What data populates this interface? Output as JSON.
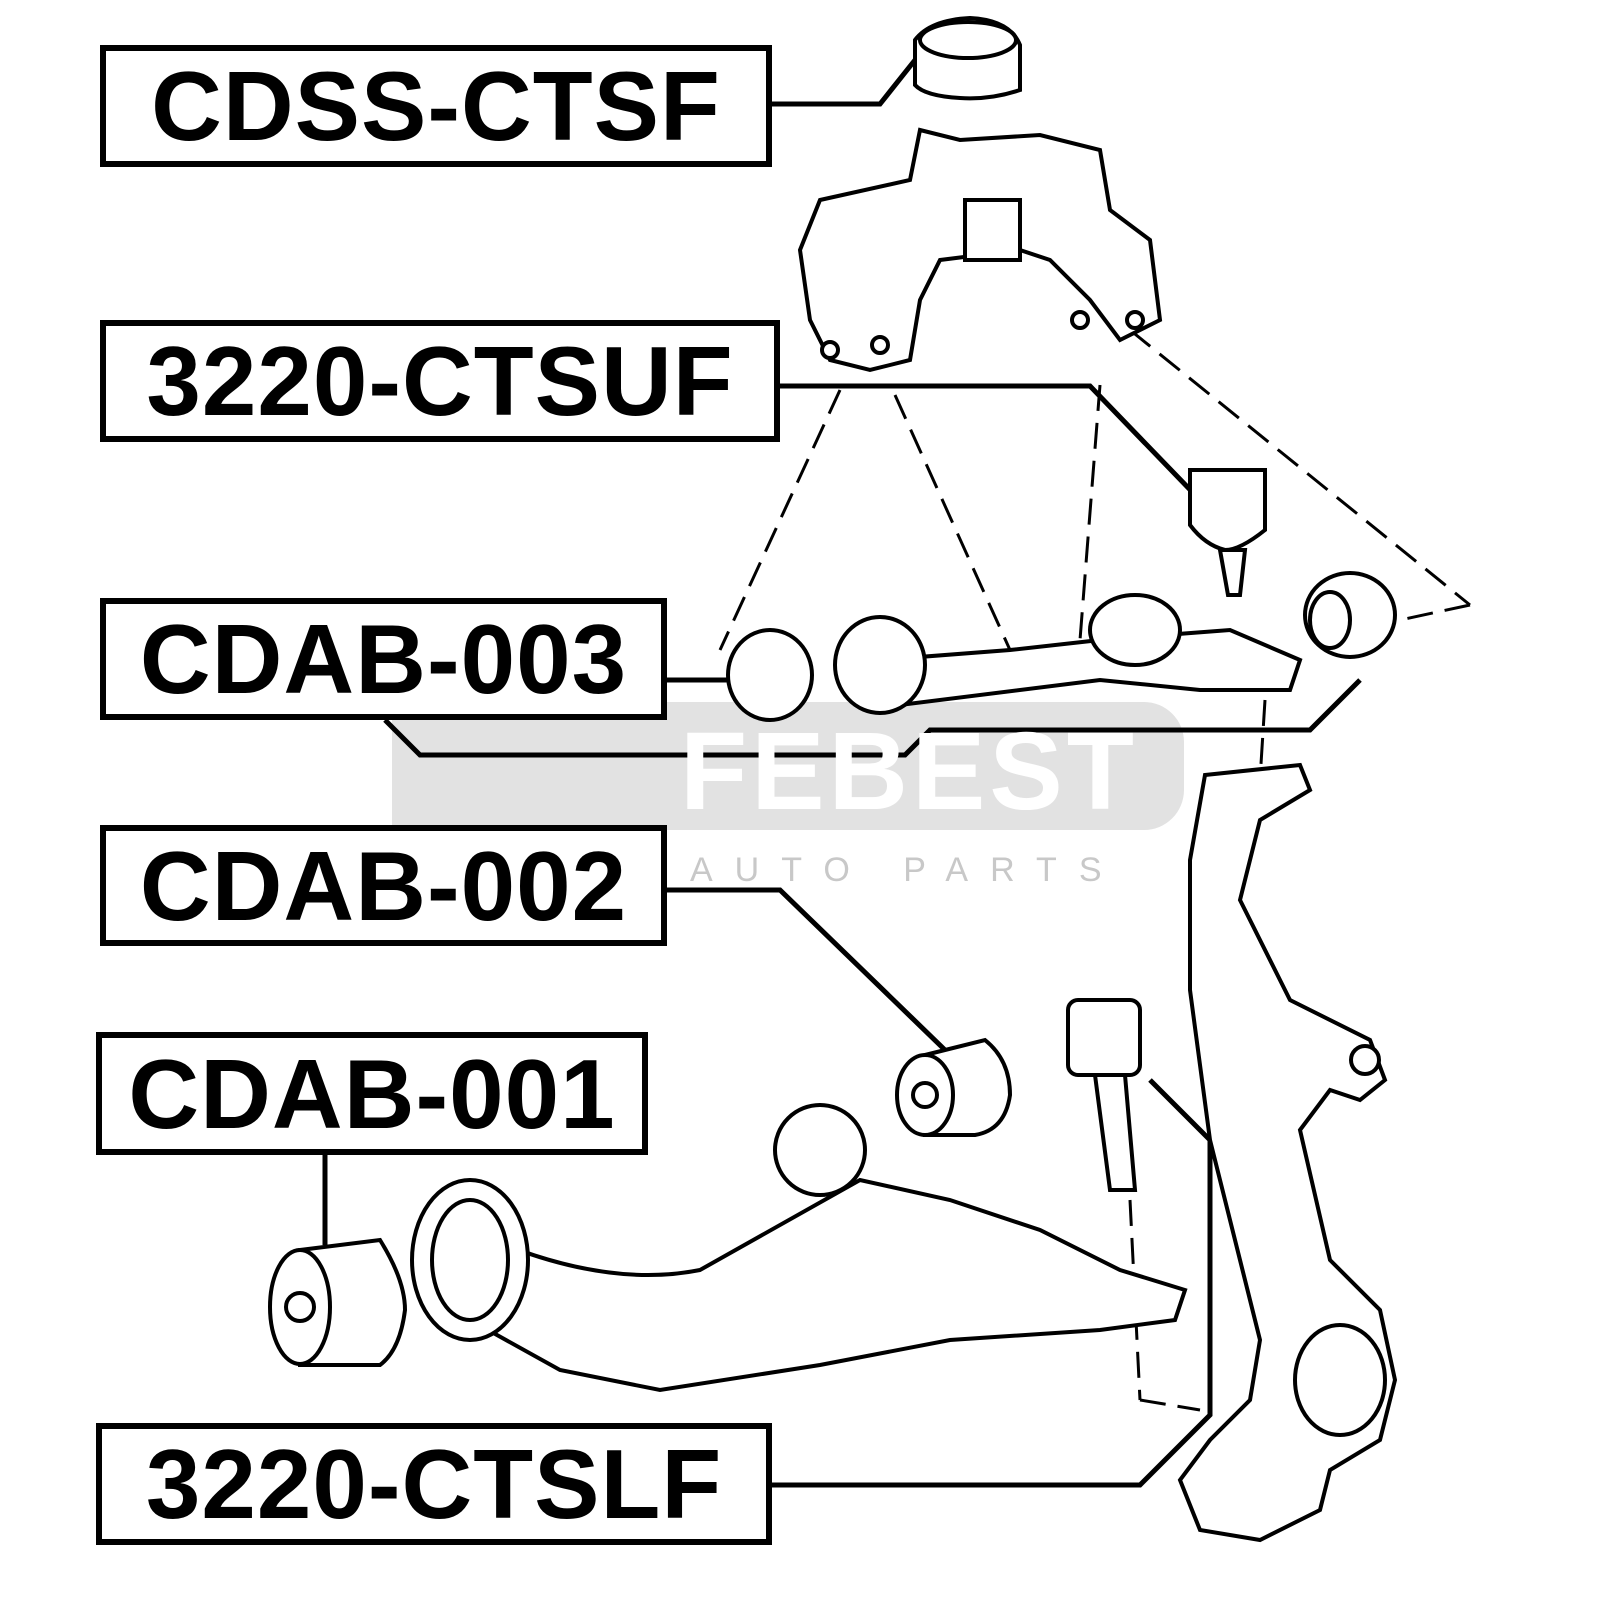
{
  "watermark": {
    "brand": "FEBEST",
    "subtitle": "AUTO PARTS"
  },
  "labels": {
    "cdss_ctsf": "CDSS-CTSF",
    "ctsuf": "3220-CTSUF",
    "cdab003": "CDAB-003",
    "cdab002": "CDAB-002",
    "cdab001": "CDAB-001",
    "ctslf": "3220-CTSLF"
  }
}
